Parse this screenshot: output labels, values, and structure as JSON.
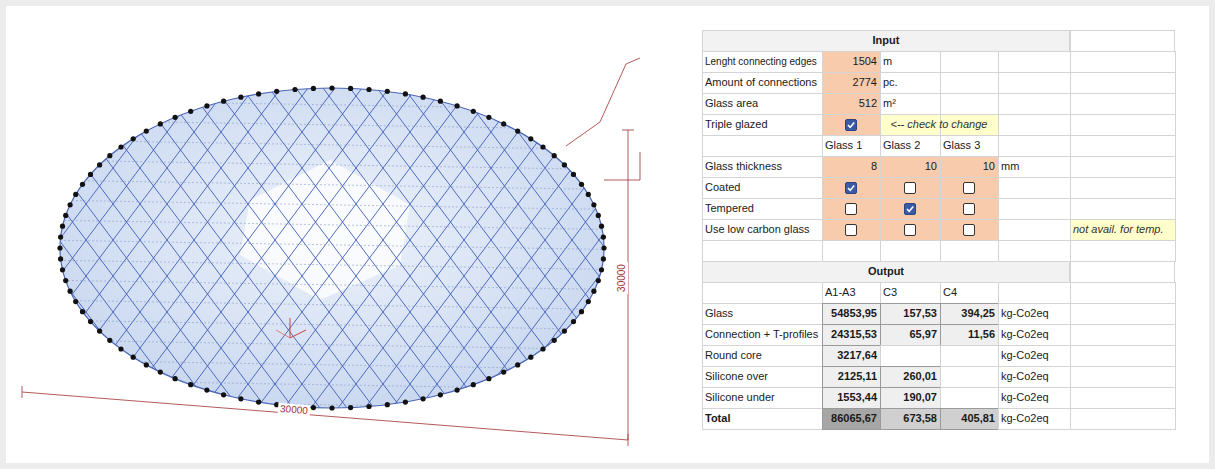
{
  "diagram": {
    "labels": [
      "Input",
      "Lenght connecting edges",
      "1504",
      "m",
      "Amount of connections",
      "2774",
      "pc.",
      "Glass area",
      "512",
      "m²",
      "Triple glazed",
      "<-- check to change",
      "Glass 1",
      "Glass 2",
      "Glass 3",
      "Glass thickness",
      "8",
      "10",
      "10",
      "mm",
      "Coated",
      "Tempered",
      "Use low carbon glass",
      "not avail. for temp.",
      "Output",
      "A1-A3",
      "C3",
      "C4",
      "Glass",
      "54853,95",
      "157,53",
      "394,25",
      "kg-Co2eq",
      "Connection + T-profiles",
      "24315,53",
      "65,97",
      "11,56",
      "kg-Co2eq",
      "Round core",
      "3217,64",
      "kg-Co2eq",
      "Silicone over",
      "2125,11",
      "260,01",
      "kg-Co2eq",
      "Silicone under",
      "1553,44",
      "190,07",
      "kg-Co2eq",
      "Total",
      "86065,67",
      "673,58",
      "405,81",
      "kg-Co2eq",
      "30000",
      "30000"
    ]
  }
}
